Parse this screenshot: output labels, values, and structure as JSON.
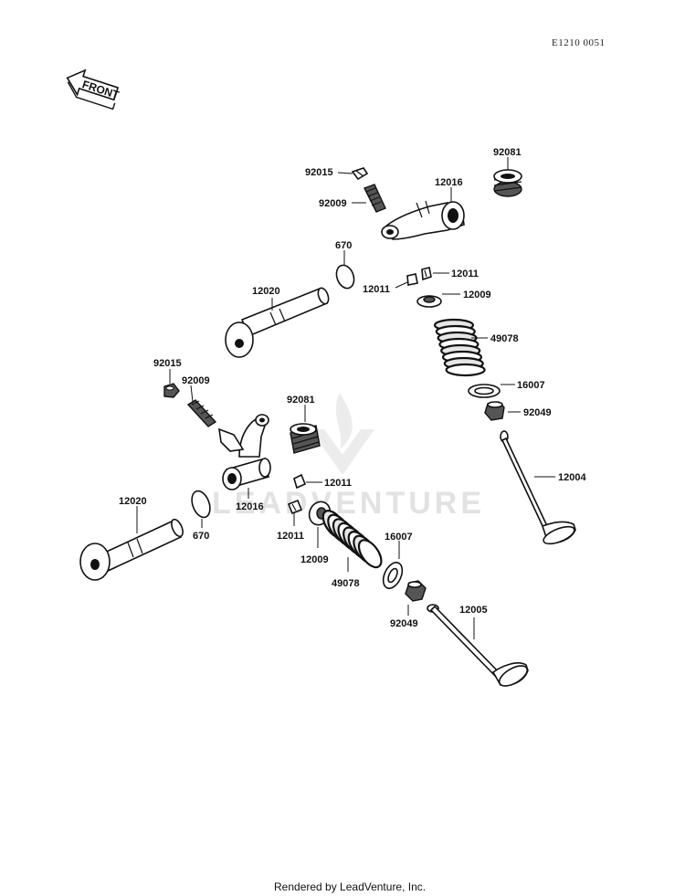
{
  "diagram_code": "E1210 0051",
  "front_label": "FRONT",
  "watermark": "LEADVENTURE",
  "footer": "Rendered by LeadVenture, Inc.",
  "callouts": {
    "c92081_top": "92081",
    "c92015_top": "92015",
    "c12016_top": "12016",
    "c92009_top": "92009",
    "c670_top": "670",
    "c12020_top": "12020",
    "c12011_top_a": "12011",
    "c12011_top_b": "12011",
    "c12009_top": "12009",
    "c49078_top": "49078",
    "c92015_mid": "92015",
    "c92009_mid": "92009",
    "c16007_top": "16007",
    "c92081_mid": "92081",
    "c92049_top": "92049",
    "c12004": "12004",
    "c12011_mid_a": "12011",
    "c12016_mid": "12016",
    "c12020_bot": "12020",
    "c670_bot": "670",
    "c12011_mid_b": "12011",
    "c12009_bot": "12009",
    "c16007_bot": "16007",
    "c49078_bot": "49078",
    "c92049_bot": "92049",
    "c12005": "12005"
  }
}
